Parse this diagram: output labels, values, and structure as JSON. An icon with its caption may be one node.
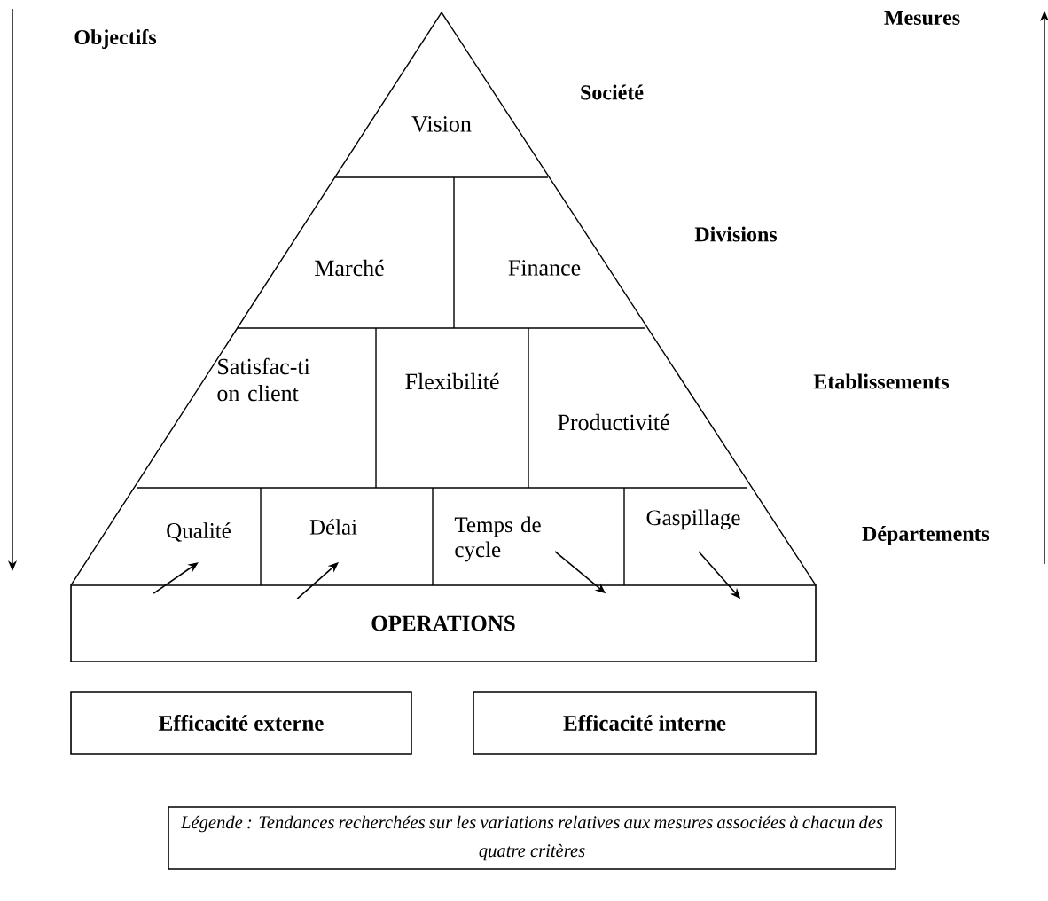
{
  "diagram": {
    "nodes": [
      {
        "text": [
          "Vision"
        ]
      },
      {
        "text": [
          "Marché"
        ]
      },
      {
        "text": [
          "Finance"
        ]
      },
      {
        "text": [
          "Satisfac-ti on client"
        ]
      },
      {
        "text": [
          "Flexibilité"
        ]
      },
      {
        "text": [
          "Productivité"
        ]
      },
      {
        "text": [
          "Qualité"
        ]
      },
      {
        "text": [
          "Délai"
        ]
      },
      {
        "text": [
          "Temps de cycle"
        ]
      },
      {
        "text": [
          "Gaspillage"
        ]
      },
      {
        "text": [
          "OPERATIONS"
        ]
      },
      {
        "text": [
          "Efficacité externe"
        ]
      },
      {
        "text": [
          "Efficacité interne"
        ]
      },
      {
        "text": [
          "Légende : Tendances recherchées sur les variations relatives aux mesures associées à chacun des quatre critères"
        ]
      }
    ],
    "edges": [
      {
        "from": 10,
        "to": 6,
        "arrow": "to"
      },
      {
        "from": 10,
        "to": 7,
        "arrow": "to"
      },
      {
        "from": 8,
        "to": 10,
        "arrow": "to"
      },
      {
        "from": 9,
        "to": 10,
        "arrow": "to"
      }
    ],
    "labels": [
      "Objectifs",
      "Mesures",
      "Société",
      "Divisions",
      "Etablissements",
      "Départements"
    ]
  }
}
